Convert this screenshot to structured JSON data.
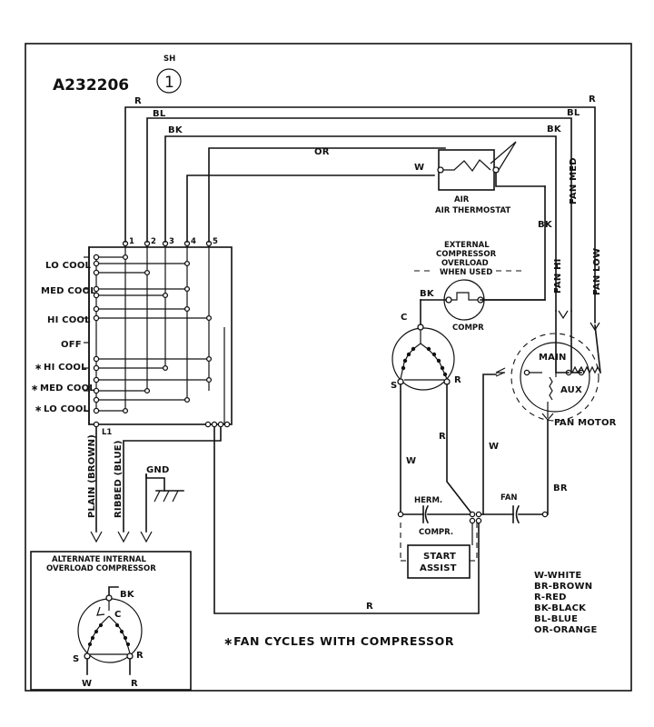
{
  "header": {
    "model_number": "A232206",
    "circled_number": "1",
    "superscript": "SH"
  },
  "wire_labels": {
    "r": "R",
    "bl": "BL",
    "bk": "BK",
    "or": "OR",
    "w": "W",
    "br": "BR",
    "fan_hi": "FAN HI",
    "fan_med": "FAN MED",
    "fan_low": "FAN LOW",
    "fan": "FAN"
  },
  "switch": {
    "terminals": [
      "1",
      "2",
      "3",
      "4",
      "5"
    ],
    "bottom_terminal": "L1",
    "positions": [
      "LO COOL",
      "MED COOL",
      "HI COOL",
      "OFF",
      "HI COOL",
      "MED COOL",
      "LO COOL"
    ],
    "fan_cycle_marker": "∗"
  },
  "components": {
    "air_thermostat": "AIR THERMOSTAT",
    "external_overload": "EXTERNAL COMPRESSOR OVERLOAD WHEN USED",
    "external_overload_lines": [
      "EXTERNAL",
      "COMPRESSOR",
      "OVERLOAD",
      "WHEN USED"
    ],
    "compressor_overload_label": "COMPR",
    "compressor_terminals": {
      "c": "C",
      "s": "S",
      "r": "R"
    },
    "fan_motor": "FAN MOTOR",
    "main": "MAIN",
    "aux": "AUX",
    "herm": "HERM.",
    "compr": "COMPR.",
    "start_assist_lines": [
      "START",
      "ASSIST"
    ],
    "fan_capacitor": "FAN"
  },
  "cord": {
    "plain": "PLAIN (BROWN)",
    "ribbed": "RIBBED (BLUE)",
    "gnd": "GND"
  },
  "alternate": {
    "title_lines": [
      "ALTERNATE INTERNAL",
      "OVERLOAD COMPRESSOR"
    ],
    "bk": "BK",
    "c": "C",
    "s": "S",
    "r": "R",
    "w": "W",
    "r_wire": "R"
  },
  "footnote": "∗FAN CYCLES WITH COMPRESSOR",
  "legend": [
    "W-WHITE",
    "BR-BROWN",
    "R-RED",
    "BK-BLACK",
    "BL-BLUE",
    "OR-ORANGE"
  ]
}
